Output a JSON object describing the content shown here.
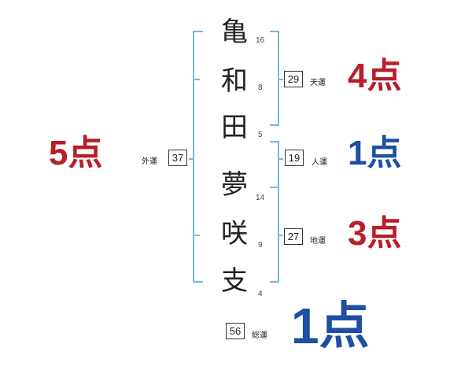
{
  "name_chars": [
    {
      "char": "亀",
      "strokes": "16"
    },
    {
      "char": "和",
      "strokes": "8"
    },
    {
      "char": "田",
      "strokes": "5"
    },
    {
      "char": "夢",
      "strokes": "14"
    },
    {
      "char": "咲",
      "strokes": "9"
    },
    {
      "char": "支",
      "strokes": "4"
    }
  ],
  "fortunes": {
    "gaiun": {
      "label": "外運",
      "value": "37",
      "score": "5点"
    },
    "tenun": {
      "label": "天運",
      "value": "29",
      "score": "4点"
    },
    "jinun": {
      "label": "人運",
      "value": "19",
      "score": "1点"
    },
    "chiun": {
      "label": "地運",
      "value": "27",
      "score": "3点"
    },
    "souun": {
      "label": "総運",
      "value": "56",
      "score": "1点"
    }
  },
  "colors": {
    "bracket": "#7ab8dc",
    "good": "#b81e28",
    "bad": "#1e4fa3"
  }
}
